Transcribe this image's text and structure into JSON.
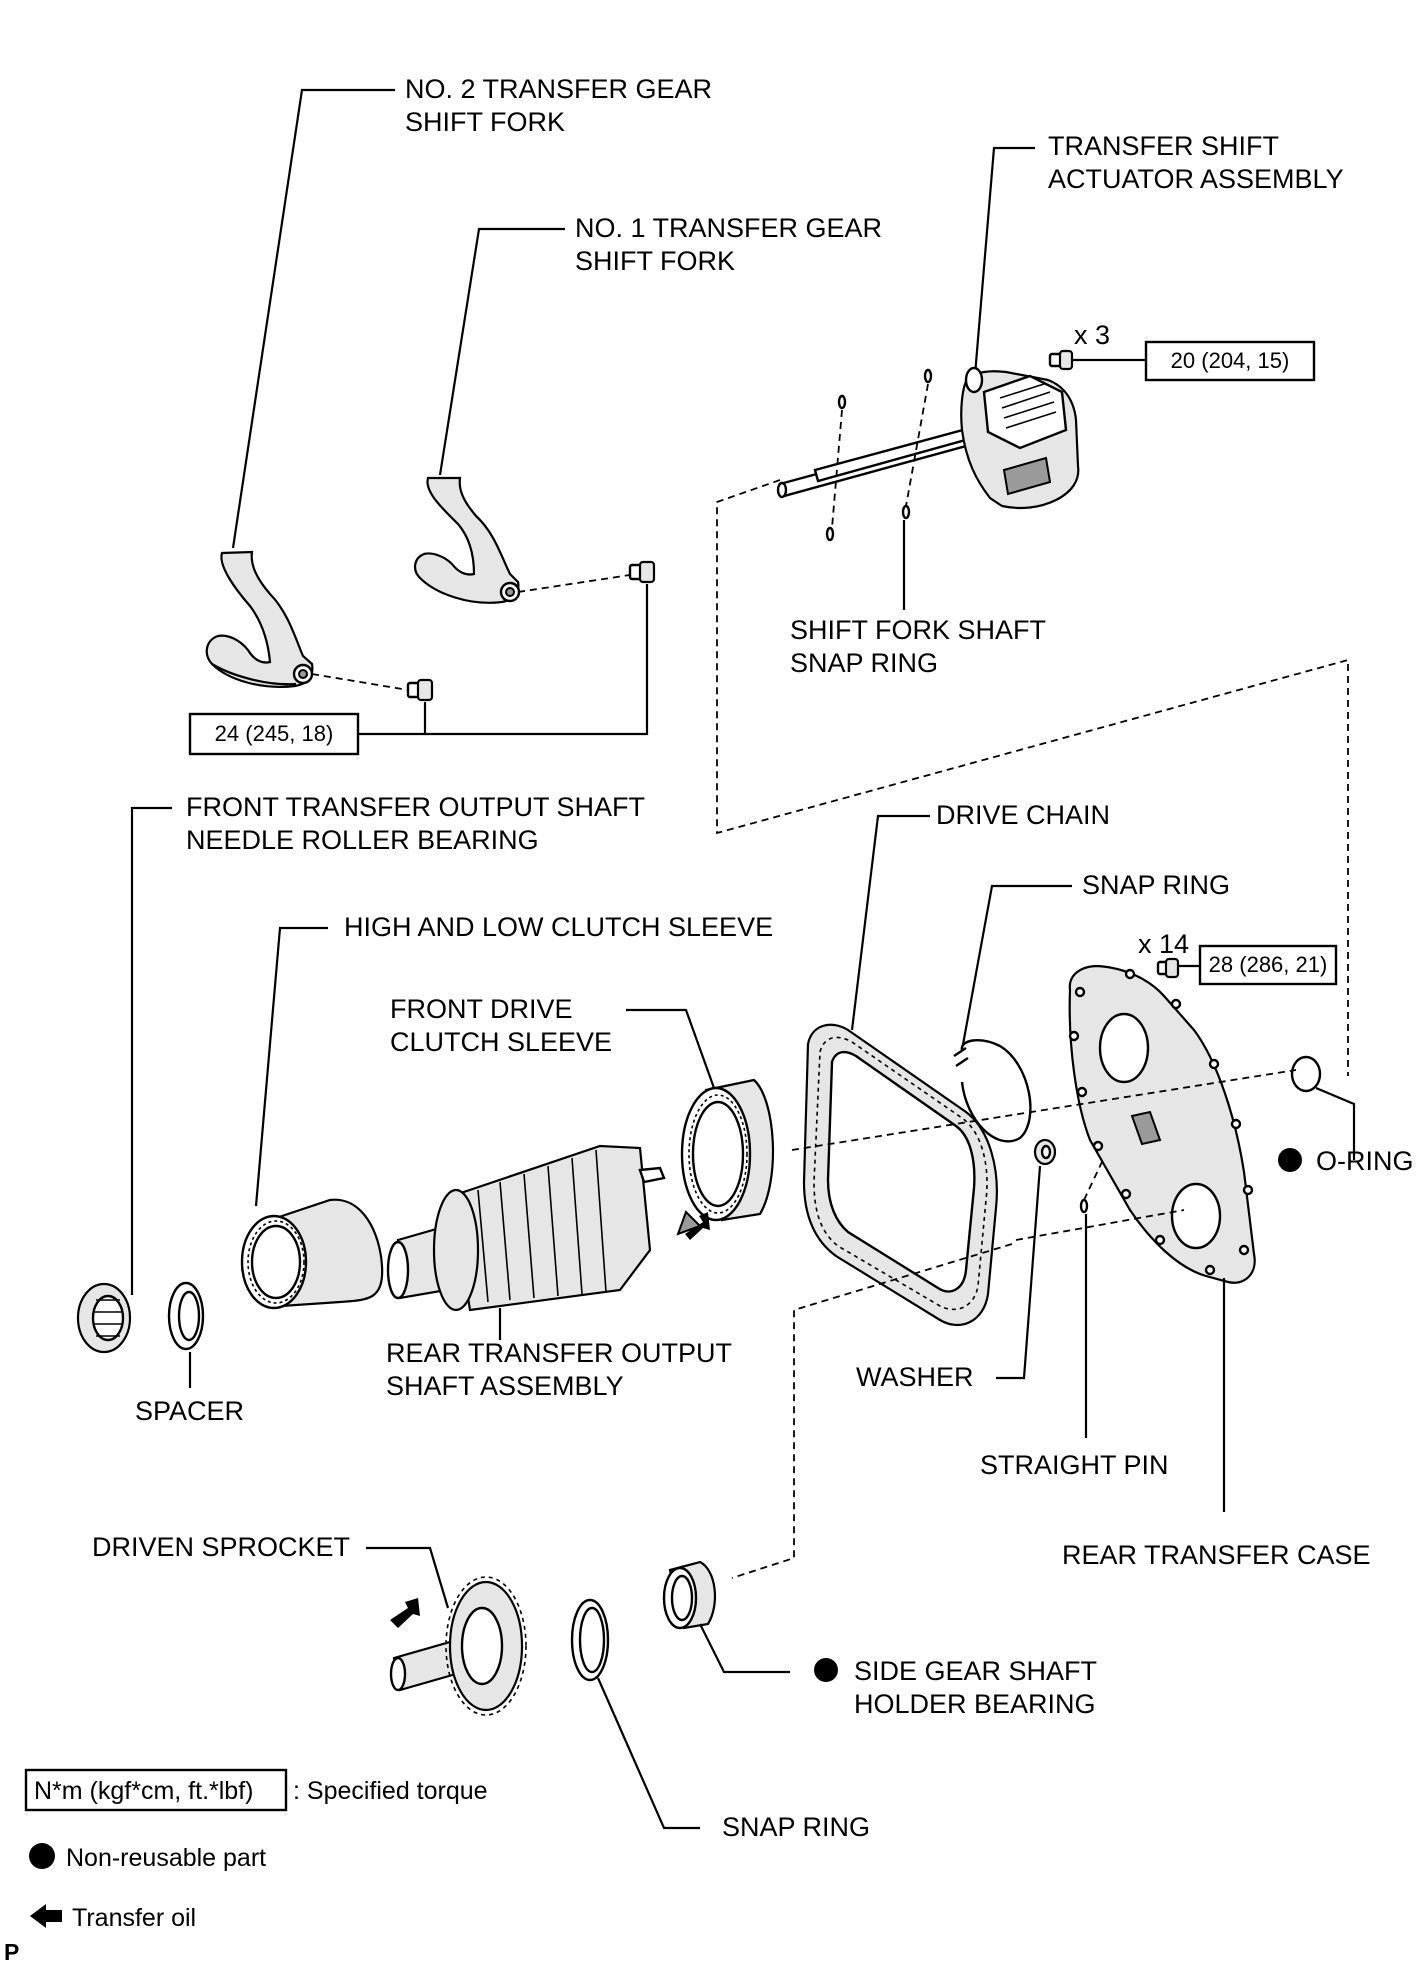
{
  "labels": {
    "no2_fork": [
      "NO. 2 TRANSFER GEAR",
      "SHIFT FORK"
    ],
    "no1_fork": [
      "NO. 1 TRANSFER GEAR",
      "SHIFT FORK"
    ],
    "actuator": [
      "TRANSFER SHIFT",
      "ACTUATOR ASSEMBLY"
    ],
    "snap_ring_shaft": [
      "SHIFT FORK SHAFT",
      "SNAP RING"
    ],
    "needle_bearing": [
      "FRONT TRANSFER OUTPUT SHAFT",
      "NEEDLE ROLLER BEARING"
    ],
    "drive_chain": "DRIVE CHAIN",
    "snap_ring_top": "SNAP RING",
    "hl_clutch": "HIGH AND LOW CLUTCH SLEEVE",
    "front_clutch": [
      "FRONT DRIVE",
      "CLUTCH SLEEVE"
    ],
    "o_ring": "O-RING",
    "rear_shaft": [
      "REAR TRANSFER OUTPUT",
      "SHAFT ASSEMBLY"
    ],
    "spacer": "SPACER",
    "washer": "WASHER",
    "straight_pin": "STRAIGHT PIN",
    "rear_case": "REAR TRANSFER CASE",
    "driven_sprocket": "DRIVEN SPROCKET",
    "side_gear": [
      "SIDE GEAR SHAFT",
      "HOLDER BEARING"
    ],
    "snap_ring_bottom": "SNAP RING"
  },
  "torques": {
    "actuator_bolts": "20 (204, 15)",
    "actuator_qty": "x 3",
    "fork_bolts": "24 (245, 18)",
    "case_bolts": "28 (286, 21)",
    "case_qty": "x 14"
  },
  "legend": {
    "torque_box": "N*m (kgf*cm, ft.*lbf)",
    "torque_text": ": Specified torque",
    "non_reusable": "Non-reusable part",
    "transfer_oil": "Transfer oil"
  },
  "corner_mark": "P"
}
